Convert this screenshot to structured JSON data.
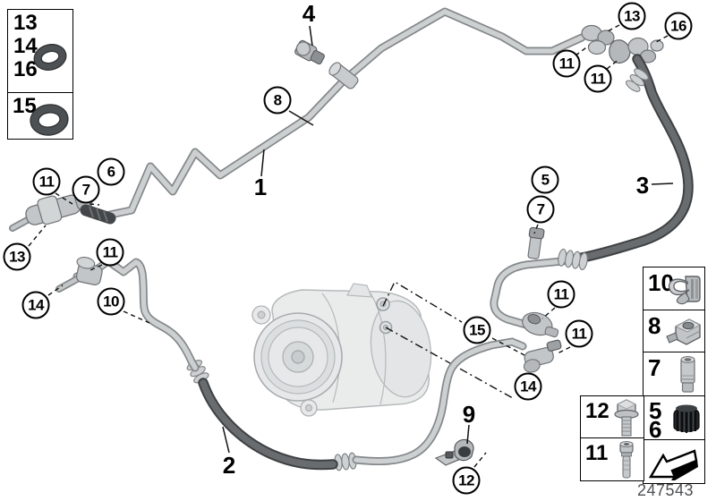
{
  "doc_number": "247543",
  "inset": {
    "a1": "13",
    "a2": "14",
    "a3": "16",
    "b1": "15"
  },
  "column": {
    "r1": "10",
    "r2": "8",
    "r3": "7",
    "r4a": "5",
    "r4b": "6"
  },
  "bolts": {
    "r1": "12",
    "r2": "11"
  },
  "labels": {
    "l1": "1",
    "l2": "2",
    "l3": "3",
    "l4": "4",
    "l9": "9"
  },
  "callouts": {
    "c8": "8",
    "c13_tr": "13",
    "c16_tr": "16",
    "c11_tr1": "11",
    "c11_tr2": "11",
    "c6": "6",
    "c11_lv": "11",
    "c7_lv": "7",
    "c13_lv": "13",
    "c11_lt": "11",
    "c14_lt": "14",
    "c10_lt": "10",
    "c5": "5",
    "c7_st": "7",
    "c15": "15",
    "c11_m1": "11",
    "c11_m2": "11",
    "c14_m": "14",
    "c12_br": "12"
  },
  "icons": {
    "inset_a": "o-ring-small",
    "inset_b": "o-ring-large",
    "col_r1": "pipe-clip",
    "col_r2": "holder-clamp",
    "col_r3": "spacer-sleeve",
    "col_r4": "protective-cap",
    "col_r5": "direction-arrow",
    "bolt_r1": "hex-flange-bolt",
    "bolt_r2": "socket-head-screw"
  },
  "colors": {
    "tube_light": "#cdd0d1",
    "tube_edge": "#84888a",
    "hose_dark": "#686c6f",
    "hose_edge": "#3e4143",
    "ghost": "#b6b9bb",
    "line": "#111111"
  }
}
